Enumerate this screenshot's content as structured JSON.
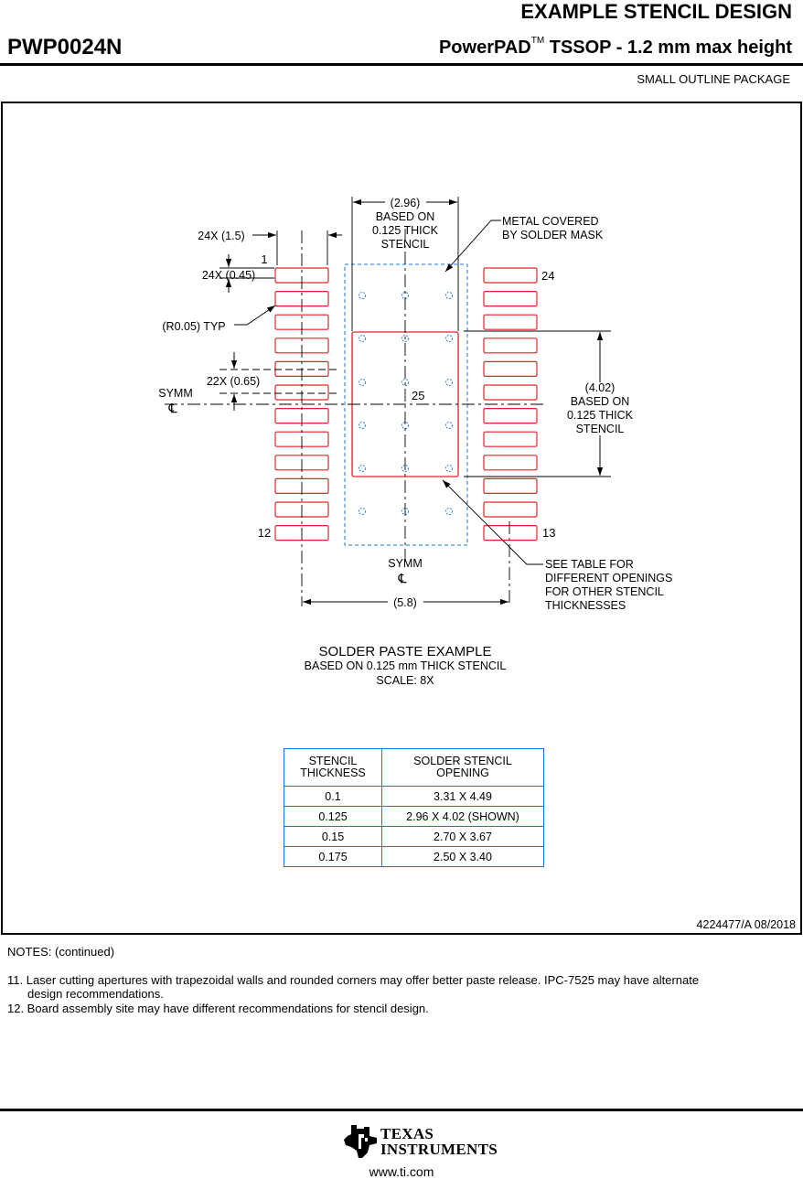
{
  "header": {
    "title": "EXAMPLE STENCIL DESIGN",
    "part_number": "PWP0024N",
    "package_prefix": "PowerPAD",
    "trademark": "TM",
    "package_suffix": " TSSOP - 1.2 mm max height",
    "subtitle": "SMALL OUTLINE PACKAGE"
  },
  "drawing": {
    "dim_pad_length": "24X (1.5)",
    "pin_first": "1",
    "dim_pad_width": "24X (0.45)",
    "radius_note": "(R0.05) TYP",
    "dim_pitch": "22X (0.65)",
    "symm_label": "SYMM",
    "centerline_symbol": "℄",
    "dim_opening_width": "(2.96)",
    "based_on": "BASED ON",
    "thick_stencil": "0.125 THICK",
    "stencil_word": "STENCIL",
    "metal_note_line1": "METAL COVERED",
    "metal_note_line2": "BY SOLDER MASK",
    "pin_24": "24",
    "pin_25": "25",
    "dim_opening_height": "(4.02)",
    "pin_12": "12",
    "pin_13": "13",
    "see_table_line1": "SEE TABLE FOR",
    "see_table_line2": "DIFFERENT OPENINGS",
    "see_table_line3": "FOR OTHER STENCIL",
    "see_table_line4": "THICKNESSES",
    "dim_overall": "(5.8)",
    "caption_title": "SOLDER PASTE EXAMPLE",
    "caption_line2": "BASED ON 0.125 mm THICK STENCIL",
    "caption_scale": "SCALE: 8X"
  },
  "table": {
    "headers": [
      {
        "line1": "STENCIL",
        "line2": "THICKNESS"
      },
      {
        "line1": "SOLDER STENCIL",
        "line2": "OPENING"
      }
    ],
    "rows": [
      [
        "0.1",
        "3.31 X 4.49"
      ],
      [
        "0.125",
        "2.96 X 4.02 (SHOWN)"
      ],
      [
        "0.15",
        "2.70 X 3.67"
      ],
      [
        "0.175",
        "2.50 X 3.40"
      ]
    ]
  },
  "doc_number": "4224477/A   08/2018",
  "notes": {
    "heading": "NOTES: (continued)",
    "items": [
      "11. Laser cutting apertures with trapezoidal walls and rounded corners may offer better paste release. IPC-7525 may have alternate",
      "design recommendations.",
      "12. Board assembly site may have different recommendations for stencil design."
    ]
  },
  "footer": {
    "logo_line1": "TEXAS",
    "logo_line2": "INSTRUMENTS",
    "website": "www.ti.com"
  },
  "colors": {
    "pad_outline": "#e0242a",
    "mask_outline": "#1a73d9",
    "text": "#000000"
  }
}
